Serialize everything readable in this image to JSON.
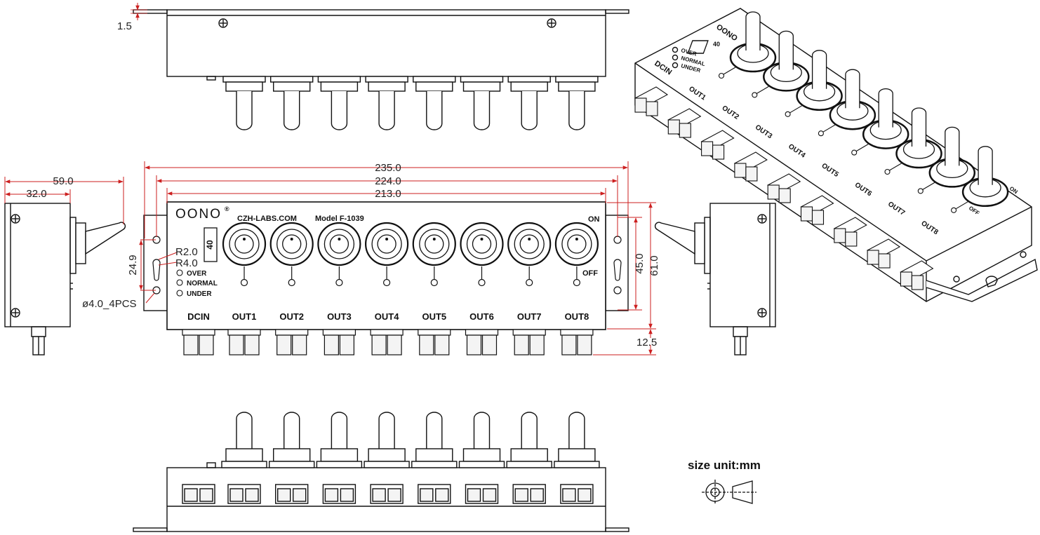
{
  "colors": {
    "outline": "#111111",
    "dimension": "#cc1f1f",
    "panel_fill": "#ffffff",
    "connector_fill": "#f4f4f4"
  },
  "panel": {
    "brand": "OONO",
    "brand_mark": "®",
    "website": "CZH-LABS.COM",
    "model": "Model F-1039",
    "breaker_rating": "40",
    "on_label": "ON",
    "off_label": "OFF",
    "status_leds": [
      "OVER",
      "NORMAL",
      "UNDER"
    ],
    "input_label": "DCIN",
    "outputs": [
      "OUT1",
      "OUT2",
      "OUT3",
      "OUT4",
      "OUT5",
      "OUT6",
      "OUT7",
      "OUT8"
    ]
  },
  "dimensions": {
    "flange_thickness": "1.5",
    "overall_length": "235.0",
    "hole_spacing": "224.0",
    "body_length": "213.0",
    "side_total_depth": "59.0",
    "side_body_depth": "32.0",
    "slot_spacing": "24.9",
    "slot_radius_small": "R2.0",
    "slot_radius_large": "R4.0",
    "hole_diameter": "ø4.0_4PCS",
    "hole_vertical_spacing": "45.0",
    "body_width": "61.0",
    "connector_protrusion": "12.5"
  },
  "legend": {
    "unit_label": "size unit:mm"
  }
}
